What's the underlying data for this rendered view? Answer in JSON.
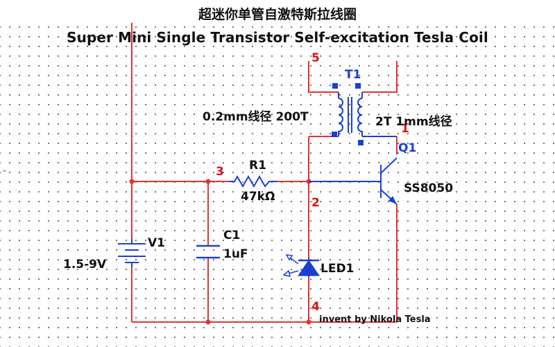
{
  "title_cn": "超迷你单管自激特斯拉线圈",
  "title_en": "Super Mini Single Transistor Self-excitation Tesla Coil",
  "nodes": {
    "n1": "1",
    "n2": "2",
    "n3": "3",
    "n4": "4",
    "n5": "5"
  },
  "transformer": {
    "ref": "T1",
    "primary_note": "2T 1mm线径",
    "secondary_note": "0.2mm线径 200T"
  },
  "transistor": {
    "ref": "Q1",
    "part": "SS8050"
  },
  "resistor": {
    "ref": "R1",
    "value": "47kΩ"
  },
  "capacitor": {
    "ref": "C1",
    "value": "1uF"
  },
  "battery": {
    "ref": "V1",
    "value": "1.5-9V"
  },
  "led": {
    "ref": "LED1"
  },
  "credit": "invent by Nikola Tesla",
  "colors": {
    "wire": "#e83030",
    "component": "#1a3fd6",
    "node_label": "#e01010"
  }
}
